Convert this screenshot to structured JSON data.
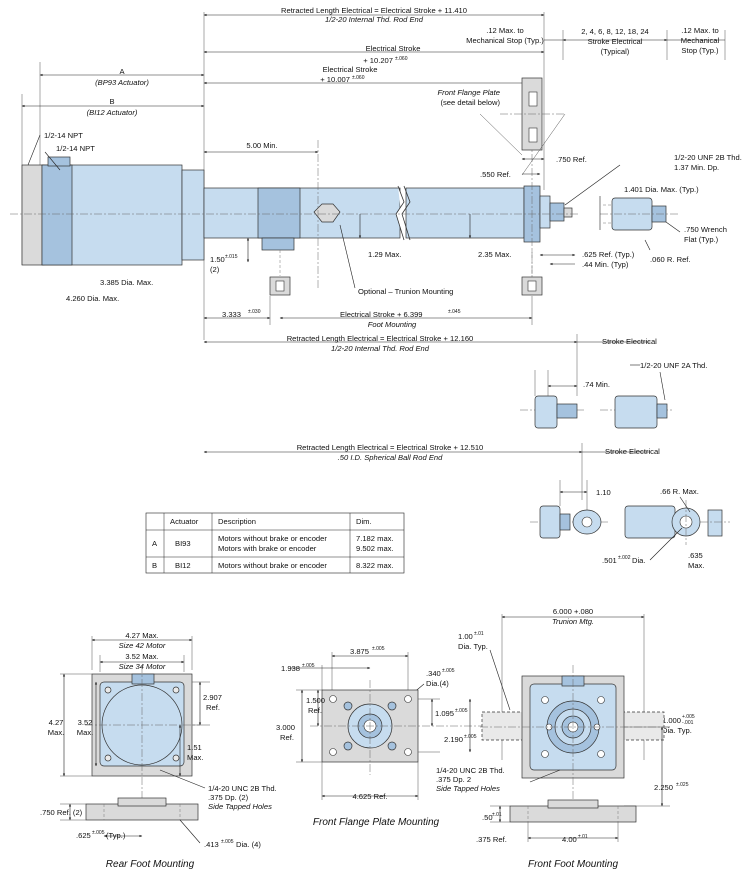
{
  "labels": {
    "retracted_11410": "Retracted Length Electrical = Electrical Stroke + 11.410",
    "internal_rod_end_1": "1/2-20 Internal Thd. Rod End",
    "max12_mech_a": ".12 Max. to",
    "max12_mech_b": "Mechanical Stop (Typ.)",
    "strokes_list": "2, 4, 6, 8, 12, 18, 24",
    "stroke_electrical_lbl": "Stroke Electrical",
    "typical_paren": "(Typical)",
    "max12_r_a": ".12 Max. to",
    "max12_r_b": "Mechanical",
    "max12_r_c": "Stop (Typ.)",
    "es_10207_a": "Electrical Stroke",
    "es_10207_b": "+ 10.207",
    "es_10207_tol": "±.060",
    "es_10007_a": "Electrical Stroke",
    "es_10007_b": "+ 10.007",
    "es_10007_tol": "±.060",
    "dim_a": "A",
    "dim_a_sub": "(BP93 Actuator)",
    "dim_b": "B",
    "dim_b_sub": "(BI12 Actuator)",
    "front_flange_a": "Front Flange Plate",
    "front_flange_b": "(see detail below)",
    "npt_1": "1/2-14 NPT",
    "npt_2": "1/2-14 NPT",
    "min_500": "5.00 Min.",
    "ref_750": ".750 Ref.",
    "unf_2b_a": "1/2-20 UNF 2B Thd.",
    "unf_2b_b": "1.37 Min. Dp.",
    "ref_550": ".550 Ref.",
    "dia_1401": "1.401 Dia. Max. (Typ.)",
    "wrench_a": ".750 Wrench",
    "wrench_b": "Flat (Typ.)",
    "dim_150": "1.50",
    "dim_150_tol": "±.015",
    "dim_150_2": "(2)",
    "max_129": "1.29 Max.",
    "max_235": "2.35 Max.",
    "ref_625": ".625 Ref. (Typ.)",
    "min_44": ".44 Min. (Typ)",
    "r_060": ".060 R. Ref.",
    "dia_3385": "3.385 Dia. Max.",
    "dia_4260": "4.260 Dia. Max.",
    "trunion_opt": "Optional – Trunion Mounting",
    "dim_3333": "3.333",
    "dim_3333_tol": "±.030",
    "es_6399": "Electrical Stroke + 6.399",
    "es_6399_tol": "±.045",
    "foot_mounting": "Foot Mounting",
    "retracted_12160": "Retracted Length Electrical = Electrical Stroke + 12.160",
    "internal_rod_end_2": "1/2-20 Internal Thd. Rod End",
    "stroke_electrical_2": "Stroke Electrical",
    "unf_2a": "1/2-20 UNF 2A Thd.",
    "min_74": ".74 Min.",
    "retracted_12510": "Retracted Length Electrical = Electrical Stroke + 12.510",
    "spherical": ".50 I.D. Spherical Ball Rod End",
    "stroke_electrical_3": "Stroke Electrical",
    "dim_110": "1.10",
    "r_66": ".66 R. Max.",
    "dia_501": ".501",
    "dia_501_tol": "±.002",
    "dia_word": "Dia.",
    "max_635_a": ".635",
    "max_635_b": "Max.",
    "rf_427": "4.27 Max.",
    "rf_size42": "Size 42 Motor",
    "rf_352": "3.52 Max.",
    "rf_size34": "Size 34 Motor",
    "rf_2907_a": "2.907",
    "rf_2907_b": "Ref.",
    "rf_427_v_a": "4.27",
    "rf_427_v_b": "Max.",
    "rf_352_v_a": "3.52",
    "rf_352_v_b": "Max.",
    "rf_151_a": "1.51",
    "rf_151_b": "Max.",
    "rf_unc_a": "1/4-20 UNC 2B Thd.",
    "rf_unc_b": ".375 Dp. (2)",
    "rf_unc_c": "Side Tapped Holes",
    "rf_750": ".750 Ref. (2)",
    "rf_625": ".625",
    "rf_625_tol": "±.005",
    "rf_625_typ": "(Typ.)",
    "rf_413": ".413",
    "rf_413_tol": "±.005",
    "rf_413_dia": "Dia. (4)",
    "ff_3875": "3.875",
    "ff_3875_tol": "±.005",
    "ff_1938": "1.938",
    "ff_1938_tol": "±.005",
    "ff_340": ".340",
    "ff_340_tol": "±.005",
    "ff_340_dia": "Dia.(4)",
    "ff_1500_a": "1.500",
    "ff_1500_b": "Ref.",
    "ff_3000_a": "3.000",
    "ff_3000_b": "Ref.",
    "ff_1095": "1.095",
    "ff_1095_tol": "±.005",
    "ff_2190": "2.190",
    "ff_2190_tol": "±.005",
    "ff_4625": "4.625 Ref.",
    "fo_6000": "6.000 +.080",
    "fo_trunion": "Trunion Mtg.",
    "fo_100_a": "1.00",
    "fo_100_tol": "±.01",
    "fo_100_b": "Dia. Typ.",
    "fo_1000": "1.000",
    "fo_1000_tol_a": "+.005",
    "fo_1000_tol_b": "-.001",
    "fo_1000_b": "Dia. Typ.",
    "fo_unc_a": "1/4-20 UNC 2B Thd.",
    "fo_unc_b": ".375 Dp. 2",
    "fo_unc_c": "Side Tapped Holes",
    "fo_2250": "2.250",
    "fo_2250_tol": "±.025",
    "fo_50": ".50",
    "fo_50_tol": "±.01",
    "fo_375": ".375 Ref.",
    "fo_400": "4.00",
    "fo_400_tol": "±.01"
  },
  "captions": {
    "rear_foot": "Rear Foot Mounting",
    "front_flange": "Front Flange Plate Mounting",
    "front_foot": "Front Foot Mounting"
  },
  "table": {
    "headers": [
      "Actuator",
      "Description",
      "Dim."
    ],
    "rows": [
      {
        "key": "A",
        "actuator": "BI93",
        "desc_1": "Motors without brake or encoder",
        "desc_2": "Motors with brake or encoder",
        "dim_1": "7.182 max.",
        "dim_2": "9.502 max."
      },
      {
        "key": "B",
        "actuator": "BI12",
        "desc_1": "Motors without brake or encoder",
        "desc_2": "",
        "dim_1": "8.322 max.",
        "dim_2": ""
      }
    ]
  },
  "colors": {
    "body": "#c6dcef",
    "body_dark": "#a5c2de",
    "plate": "#dadada"
  }
}
